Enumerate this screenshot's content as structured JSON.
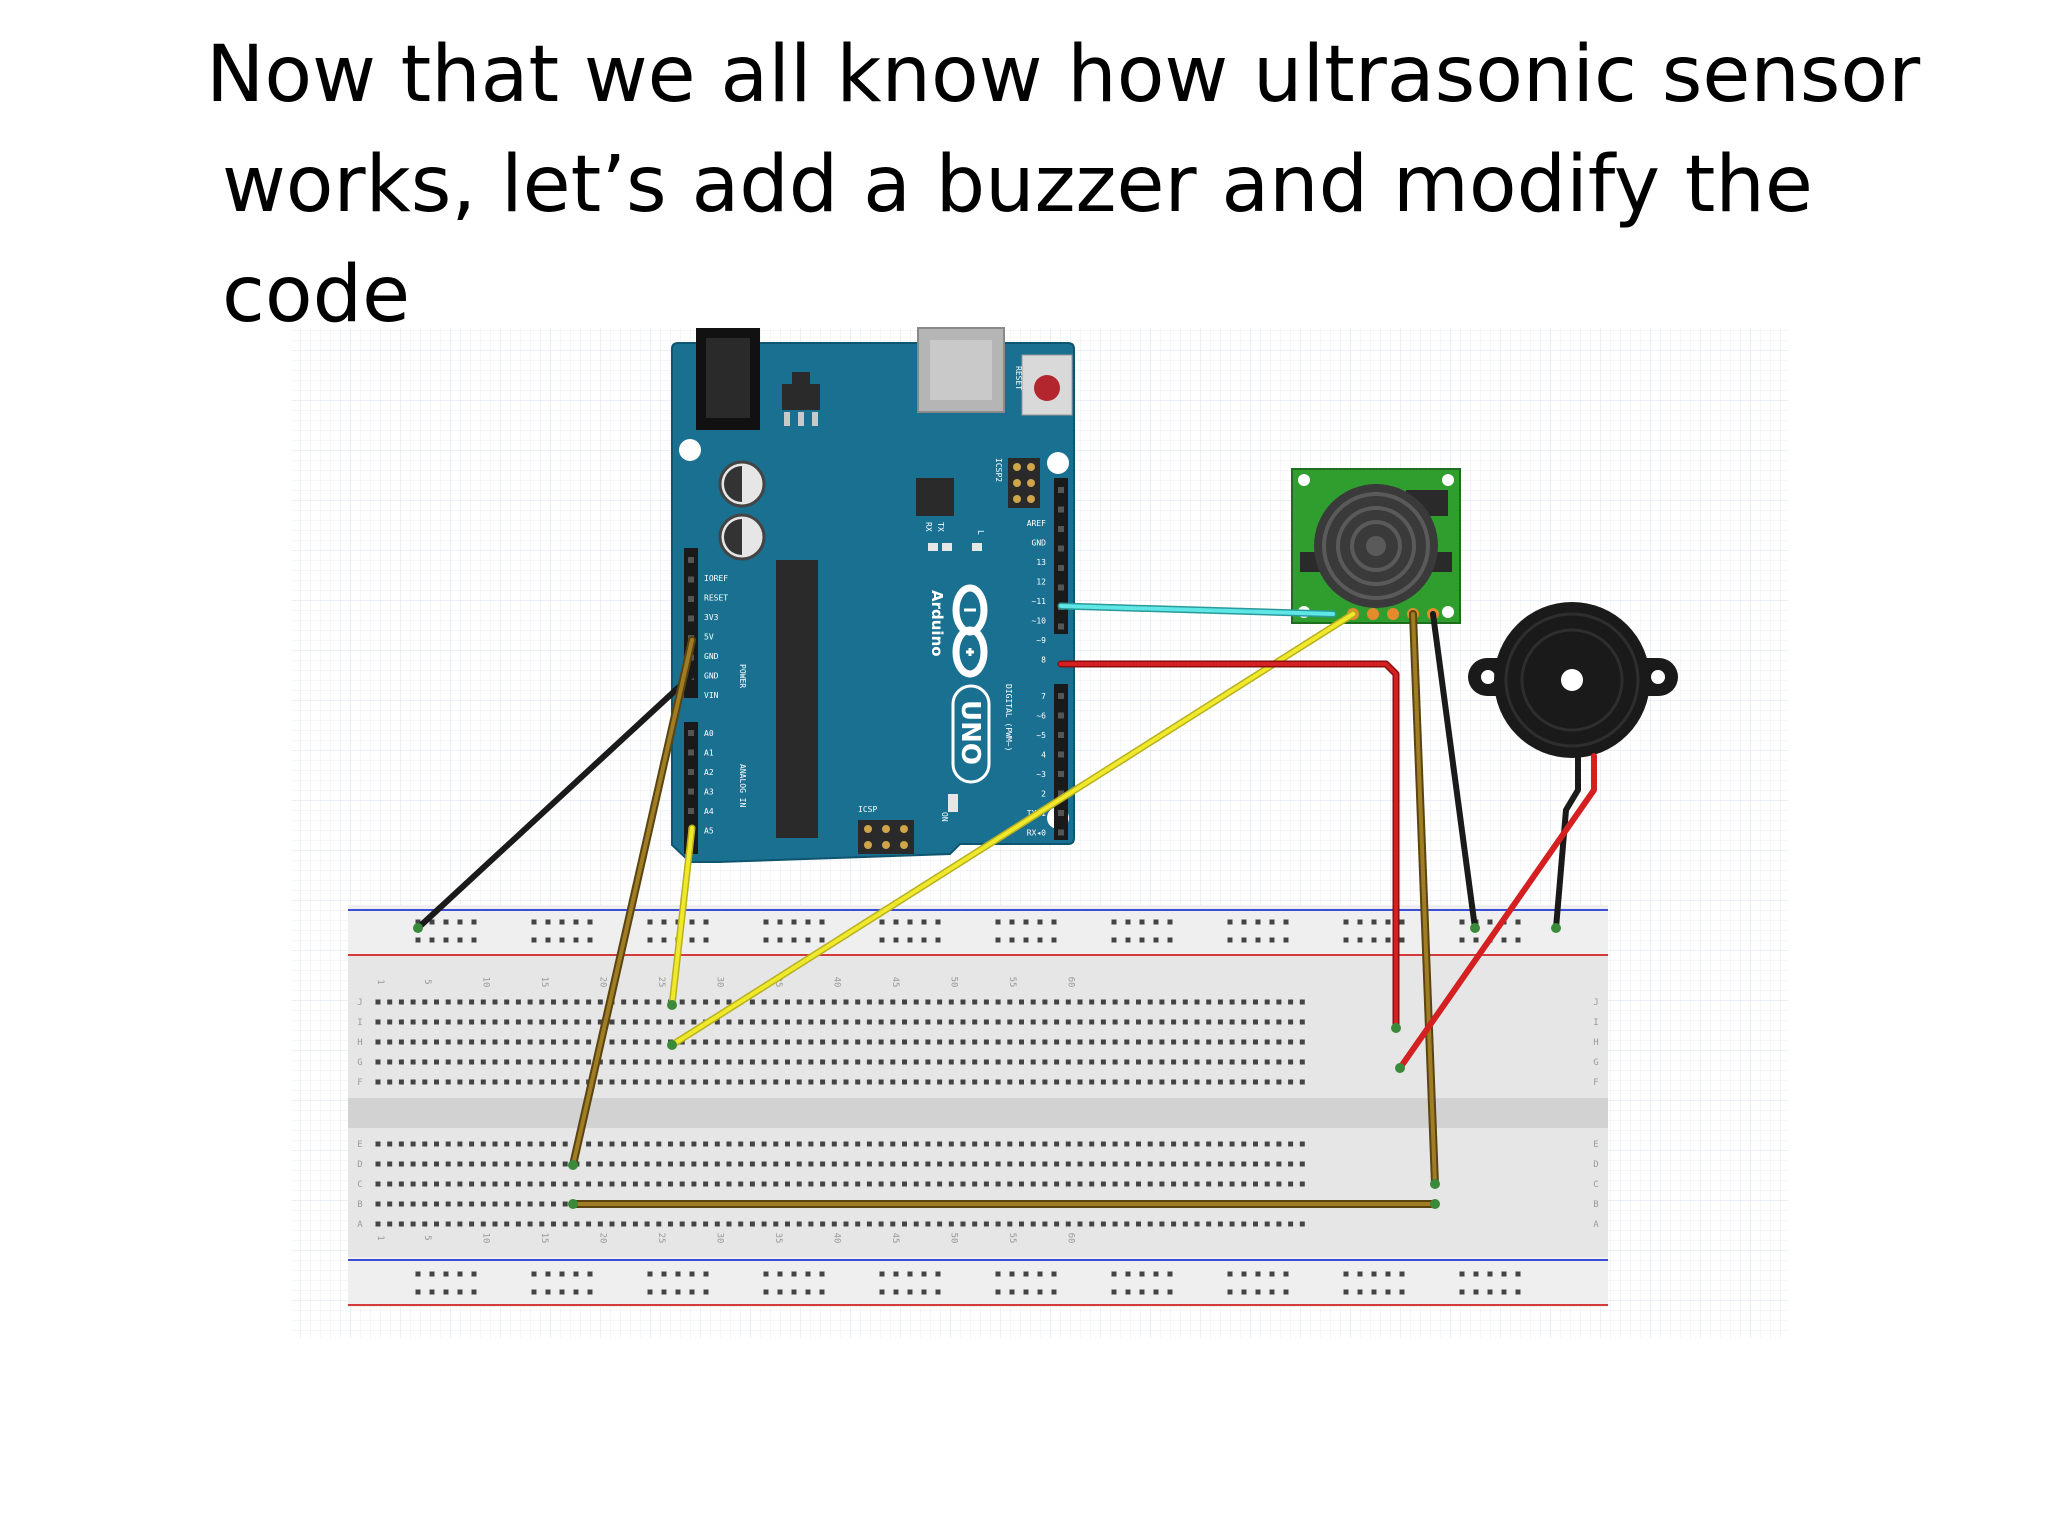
{
  "slide": {
    "title_line1": "Now that we all know how ultrasonic sensor",
    "title_line2": "works, let’s add a buzzer and modify the code"
  },
  "arduino": {
    "reset": "RESET",
    "icsp2": "ICSP2",
    "tx": "TX",
    "rx": "RX",
    "l": "L",
    "brand": "Arduino",
    "model": "UNO",
    "on": "ON",
    "icsp": "ICSP",
    "power_header": [
      "IOREF",
      "RESET",
      "3V3",
      "5V",
      "GND",
      "GND",
      "VIN"
    ],
    "power_label": "POWER",
    "analog_header": [
      "A0",
      "A1",
      "A2",
      "A3",
      "A4",
      "A5"
    ],
    "analog_label": "ANALOG IN",
    "digital_header": [
      "AREF",
      "GND",
      "13",
      "12",
      "~11",
      "~10",
      "~9",
      "8",
      "7",
      "~6",
      "~5",
      "4",
      "~3",
      "2",
      "TX▸1",
      "RX◂0"
    ],
    "digital_label": "DIGITAL (PWM~)"
  },
  "breadboard": {
    "column_numbers": [
      "1",
      "5",
      "10",
      "15",
      "20",
      "25",
      "30",
      "35",
      "40",
      "45",
      "50",
      "55",
      "60"
    ],
    "row_letters_top": [
      "J",
      "I",
      "H",
      "G",
      "F"
    ],
    "row_letters_bottom": [
      "E",
      "D",
      "C",
      "B",
      "A"
    ]
  },
  "colors": {
    "arduino_board": "#1a7091",
    "sensor_board": "#2f9e2f",
    "wire_black": "#1a1a1a",
    "wire_brown": "#8b6a1a",
    "wire_yellow": "#f0e82a",
    "wire_cyan": "#33d6d6",
    "wire_red": "#d42020"
  }
}
